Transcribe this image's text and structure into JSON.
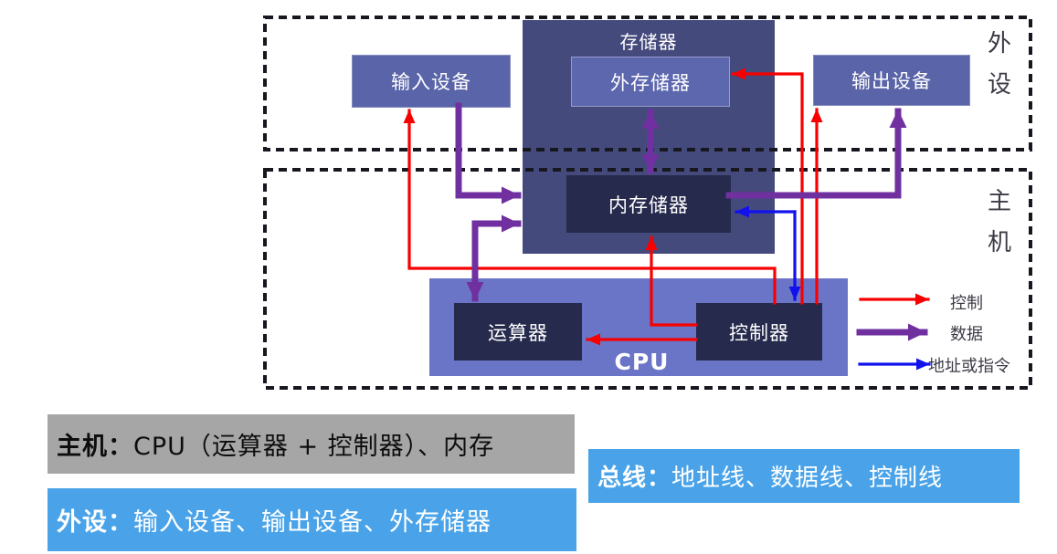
{
  "diagram": {
    "regions": {
      "peripheral": "外设",
      "host": "主机"
    },
    "boxes": {
      "storage": "存储器",
      "ext_storage": "外存储器",
      "int_storage": "内存储器",
      "input_device": "输入设备",
      "output_device": "输出设备",
      "alu": "运算器",
      "control_unit": "控制器",
      "cpu": "CPU"
    },
    "legend": [
      {
        "label": "控制",
        "color": "#f80000",
        "style": "thin-arrow"
      },
      {
        "label": "数据",
        "color": "#7030a0",
        "style": "thick-arrow"
      },
      {
        "label": "地址或指令",
        "color": "#1111ee",
        "style": "thin-arrow"
      }
    ]
  },
  "notes": {
    "host": {
      "label": "主机：",
      "text": "CPU（运算器 + 控制器）、内存"
    },
    "peripheral": {
      "label": "外设：",
      "text": "输入设备、输出设备、外存储器"
    },
    "bus": {
      "label": "总线：",
      "text": "地址线、数据线、控制线"
    }
  },
  "colors": {
    "control_red": "#f80000",
    "data_purple": "#7030a0",
    "address_blue": "#1111ee",
    "storage_bg": "#454a7d",
    "inner_dark_bg": "#262a4d",
    "device_bg": "#5a64a8",
    "ext_storage_bg": "#5d67ae",
    "cpu_bg": "#6b75c8",
    "dashed_border": "#17171f",
    "note_gray_bg": "#a6a6a6",
    "note_blue_bg": "#4aa3e8",
    "region_text": "#3c3c47"
  }
}
